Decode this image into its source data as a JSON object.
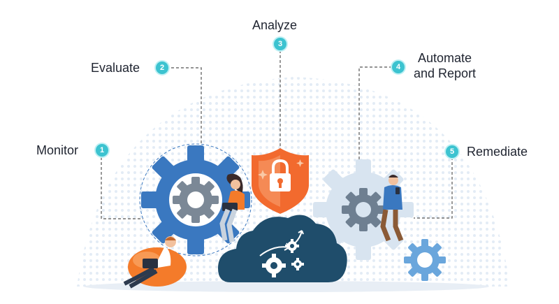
{
  "steps": [
    {
      "num": "1",
      "label": "Monitor"
    },
    {
      "num": "2",
      "label": "Evaluate"
    },
    {
      "num": "3",
      "label": "Analyze"
    },
    {
      "num": "4",
      "label": "Automate\nand Report"
    },
    {
      "num": "5",
      "label": "Remediate"
    }
  ],
  "colors": {
    "primary_gear": "#3a78c0",
    "light_gear": "#d8e4f0",
    "cloud": "#1f4d6b",
    "shield": "#f26a2e",
    "badge": "#3cc3d0",
    "dotted_line": "#555555",
    "text": "#1f2430"
  },
  "icons": [
    "gear-icon",
    "shield-lock-icon",
    "cloud-gears-icon",
    "laptop-icon",
    "person-figure"
  ]
}
